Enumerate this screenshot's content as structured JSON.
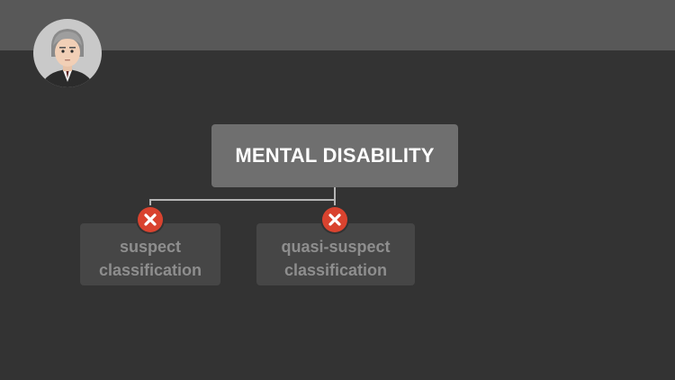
{
  "colors": {
    "background": "#333333",
    "top_band": "#585858",
    "main_node": "#6f6f6f",
    "child_node": "#464646",
    "child_text": "#8e8e8e",
    "connector": "#b5b5b5",
    "reject_mark": "#d9432f"
  },
  "presenter": {
    "icon": "presenter-avatar-icon"
  },
  "diagram": {
    "root": {
      "label": "MENTAL DISABILITY"
    },
    "children": [
      {
        "label": "suspect\nclassification",
        "status_icon": "x-icon"
      },
      {
        "label": "quasi-suspect\nclassification",
        "status_icon": "x-icon"
      }
    ]
  }
}
